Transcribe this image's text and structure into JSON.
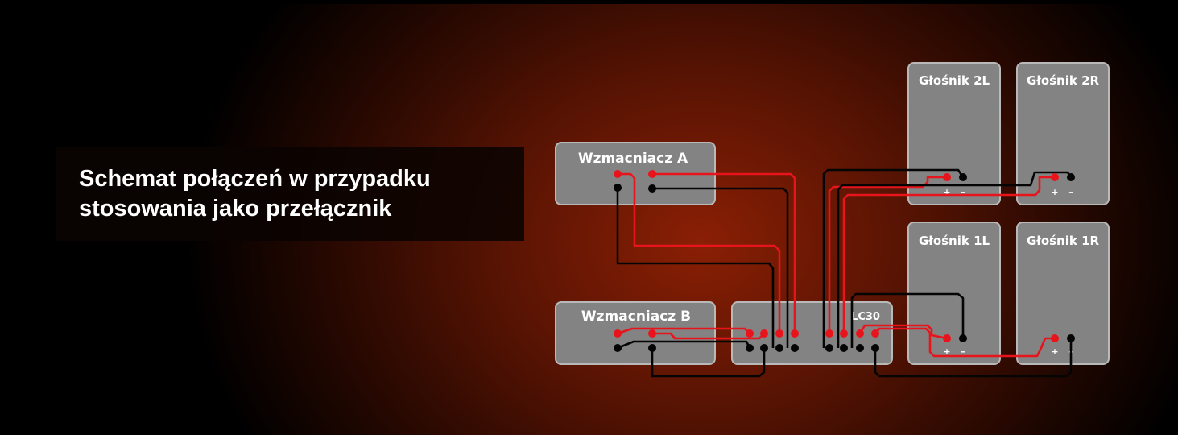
{
  "caption": "Schemat połączeń w przypadku stosowania jako przełącznik",
  "amplifier_a": "Wzmacniacz A",
  "amplifier_b": "Wzmacniacz B",
  "switch_name": "LC30",
  "speaker_2l": "Głośnik 2L",
  "speaker_2r": "Głośnik 2R",
  "speaker_1l": "Głośnik 1L",
  "speaker_1r": "Głośnik 1R",
  "plus": "+",
  "minus": "–",
  "colors": {
    "positive_wire": "#e8141c",
    "negative_wire": "#050505",
    "box": "#838383"
  }
}
